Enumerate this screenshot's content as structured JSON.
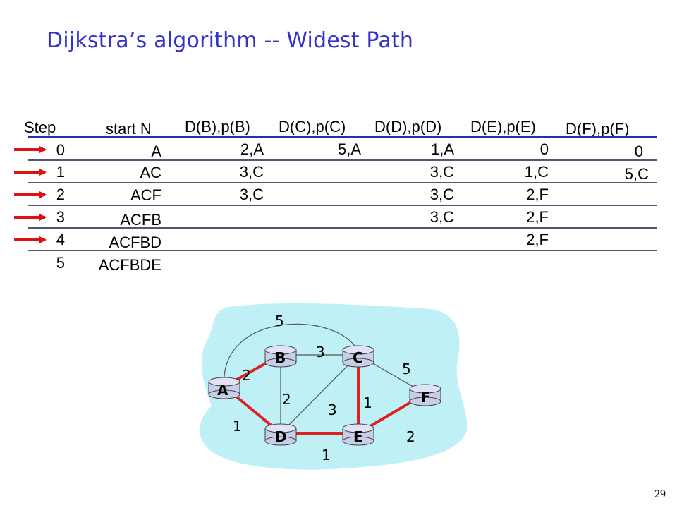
{
  "slide": {
    "title": "Dijkstra’s algorithm -- Widest Path",
    "page_number": "29"
  },
  "table": {
    "headers": [
      "Step",
      "start N",
      "D(B),p(B)",
      "D(C),p(C)",
      "D(D),p(D)",
      "D(E),p(E)",
      "D(F),p(F)"
    ],
    "rows": [
      [
        "0",
        "A",
        "2,A",
        "5,A",
        "1,A",
        "0",
        "0"
      ],
      [
        "1",
        "AC",
        "3,C",
        "",
        "3,C",
        "1,C",
        "5,C"
      ],
      [
        "2",
        "ACF",
        "3,C",
        "",
        "3,C",
        "2,F",
        ""
      ],
      [
        "3",
        "ACFB",
        "",
        "",
        "3,C",
        "2,F",
        ""
      ],
      [
        "4",
        "ACFBD",
        "",
        "",
        "",
        "2,F",
        ""
      ],
      [
        "5",
        "ACFBDE",
        "",
        "",
        "",
        "",
        ""
      ]
    ],
    "arrow_rows": [
      0,
      1,
      2,
      3,
      4
    ]
  },
  "graph": {
    "nodes": [
      "A",
      "B",
      "C",
      "D",
      "E",
      "F"
    ],
    "edges": [
      {
        "from": "A",
        "to": "C",
        "weight": "5",
        "highlight": false
      },
      {
        "from": "B",
        "to": "C",
        "weight": "3",
        "highlight": false
      },
      {
        "from": "A",
        "to": "B",
        "weight": "2",
        "highlight": true
      },
      {
        "from": "C",
        "to": "F",
        "weight": "5",
        "highlight": false
      },
      {
        "from": "B",
        "to": "D",
        "weight": "2",
        "highlight": false
      },
      {
        "from": "C",
        "to": "D",
        "weight": "3",
        "highlight": false
      },
      {
        "from": "C",
        "to": "E",
        "weight": "1",
        "highlight": true
      },
      {
        "from": "A",
        "to": "D",
        "weight": "1",
        "highlight": true
      },
      {
        "from": "D",
        "to": "E",
        "weight": "1",
        "highlight": true
      },
      {
        "from": "E",
        "to": "F",
        "weight": "2",
        "highlight": true
      }
    ],
    "colors": {
      "cloud": "#bff0f5",
      "highlight": "#dd2222",
      "edge": "#555555",
      "node_fill": "#c8cde8",
      "node_stroke": "#444444"
    }
  },
  "colors": {
    "title": "#3333cc",
    "arrow": "#dd1111",
    "header_line": "#2b2bb0"
  }
}
